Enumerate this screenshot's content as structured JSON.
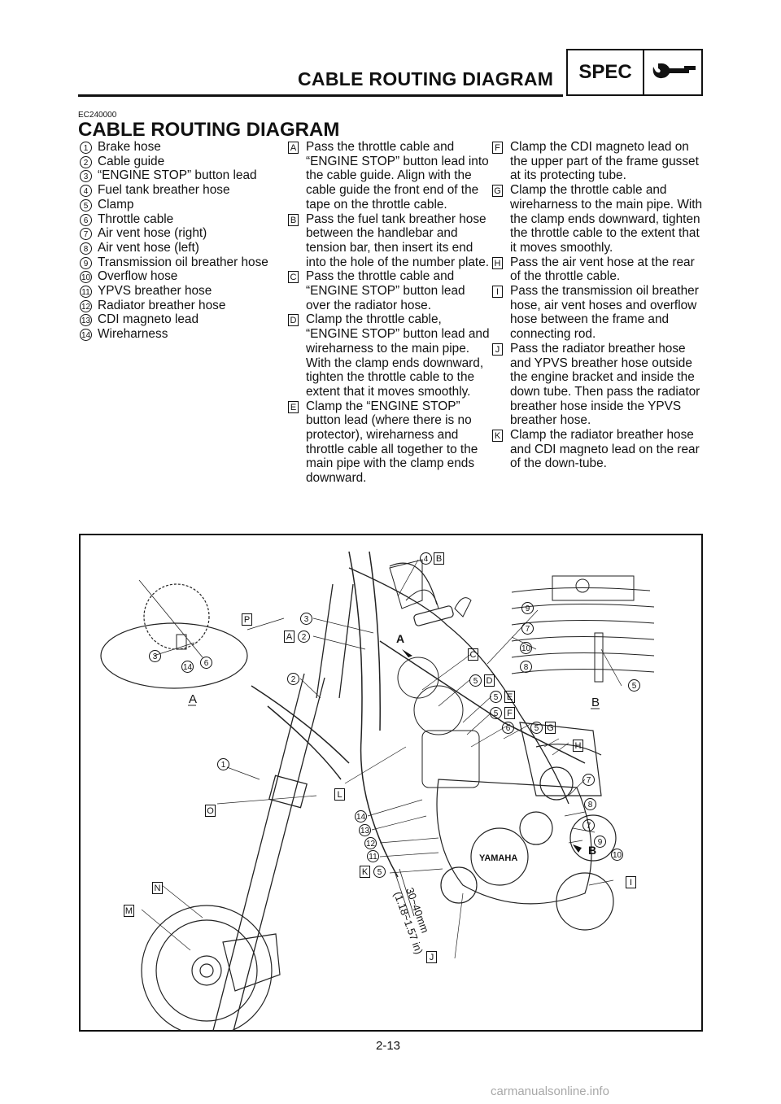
{
  "header": {
    "title": "CABLE ROUTING DIAGRAM",
    "badge": "SPEC",
    "badge_icon": "wrench-icon"
  },
  "section": {
    "code": "EC240000",
    "title": "CABLE ROUTING DIAGRAM"
  },
  "parts": [
    {
      "n": "1",
      "label": "Brake hose"
    },
    {
      "n": "2",
      "label": "Cable guide"
    },
    {
      "n": "3",
      "label": "“ENGINE STOP” button lead"
    },
    {
      "n": "4",
      "label": "Fuel tank breather hose"
    },
    {
      "n": "5",
      "label": "Clamp"
    },
    {
      "n": "6",
      "label": "Throttle cable"
    },
    {
      "n": "7",
      "label": "Air vent hose (right)"
    },
    {
      "n": "8",
      "label": "Air vent hose (left)"
    },
    {
      "n": "9",
      "label": "Transmission oil breather hose"
    },
    {
      "n": "10",
      "label": "Overflow hose"
    },
    {
      "n": "11",
      "label": "YPVS breather hose"
    },
    {
      "n": "12",
      "label": "Radiator breather hose"
    },
    {
      "n": "13",
      "label": "CDI magneto lead"
    },
    {
      "n": "14",
      "label": "Wireharness"
    }
  ],
  "instructions_a": [
    {
      "l": "A",
      "text": "Pass the throttle cable and “ENGINE STOP” button lead into the cable guide. Align with the cable guide the front end of the tape on the throttle cable."
    },
    {
      "l": "B",
      "text": "Pass the fuel tank breather hose between the handlebar and tension bar, then insert its end into the hole of the number plate."
    },
    {
      "l": "C",
      "text": "Pass the throttle cable and “ENGINE STOP” button lead over the radiator hose."
    },
    {
      "l": "D",
      "text": "Clamp the throttle cable, “ENGINE STOP” button lead and wireharness to the main pipe. With the clamp ends downward, tighten the throttle cable to the extent that it moves smoothly."
    },
    {
      "l": "E",
      "text": "Clamp the “ENGINE STOP” button lead (where there is no protector), wireharness and throttle cable all together to the main pipe with the clamp ends downward."
    }
  ],
  "instructions_b": [
    {
      "l": "F",
      "text": "Clamp the CDI magneto lead on the upper part of the frame gusset at its protecting tube."
    },
    {
      "l": "G",
      "text": "Clamp the throttle cable and wireharness to the main pipe. With the clamp ends downward, tighten the throttle cable to the extent that it moves smoothly."
    },
    {
      "l": "H",
      "text": "Pass the air vent hose at the rear of the throttle cable."
    },
    {
      "l": "I",
      "text": "Pass the transmission oil breather hose, air vent hoses and overflow hose between the frame and connecting rod."
    },
    {
      "l": "J",
      "text": "Pass the radiator breather hose and YPVS breather hose outside the engine bracket and inside the down tube. Then pass the radiator breather hose inside the YPVS breather hose."
    },
    {
      "l": "K",
      "text": "Clamp the radiator breather hose and CDI magneto lead on the rear of the down-tube."
    }
  ],
  "figure": {
    "callouts_num": [
      {
        "n": "4",
        "suffix": "B"
      },
      {
        "n": "3",
        "suffix": ""
      },
      {
        "n": "2",
        "prefix": "A"
      },
      {
        "n": "2",
        "suffix": ""
      },
      {
        "n": "5",
        "suffix": "D"
      },
      {
        "n": "5",
        "suffix": "E"
      },
      {
        "n": "5",
        "suffix": "F"
      },
      {
        "n": "6",
        "suffix": ""
      },
      {
        "n": "5",
        "suffix": "G"
      },
      {
        "n": "1",
        "suffix": ""
      },
      {
        "n": "14",
        "suffix": ""
      },
      {
        "n": "13",
        "suffix": ""
      },
      {
        "n": "12",
        "suffix": ""
      },
      {
        "n": "11",
        "suffix": ""
      },
      {
        "n": "5",
        "prefix": "K"
      },
      {
        "n": "7",
        "suffix": ""
      },
      {
        "n": "8",
        "suffix": ""
      },
      {
        "n": "7",
        "suffix": ""
      },
      {
        "n": "9",
        "suffix": ""
      },
      {
        "n": "10",
        "suffix": ""
      }
    ],
    "letter_callouts": [
      "C",
      "H",
      "L",
      "O",
      "N",
      "M",
      "I",
      "J",
      "P"
    ],
    "inset_a_label": "A",
    "inset_b_label": "B",
    "inset_a_callouts": [
      "3",
      "14",
      "6"
    ],
    "inset_b_callouts": [
      "9",
      "7",
      "10",
      "8",
      "5"
    ],
    "arrow_a": "A",
    "arrow_b": "B",
    "dimension": "30~40mm",
    "dimension_in": "(1.18~1.57 in)",
    "brand": "YAMAHA"
  },
  "page_number": "2-13",
  "footer": "carmanualsonline.info"
}
